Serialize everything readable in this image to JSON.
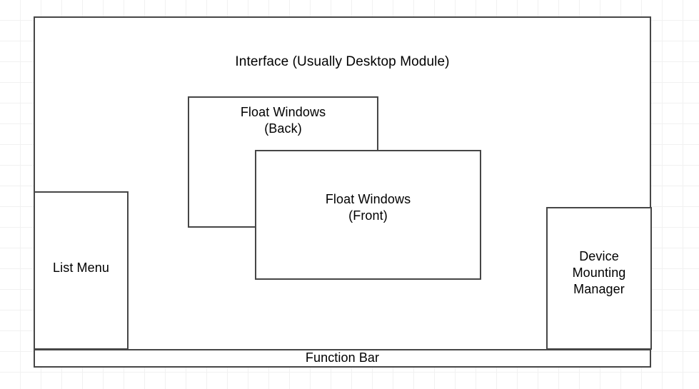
{
  "diagram": {
    "title": "Interface (Usually Desktop Module)",
    "background": "grid-paper",
    "colors": {
      "border": "#464646",
      "fill": "#ffffff",
      "text": "#000000",
      "grid_minor": "#f1f1f1",
      "grid_major": "#e6e6e6"
    },
    "boxes": [
      {
        "id": "interface-container",
        "label": "Interface (Usually Desktop Module)",
        "role": "outer-container"
      },
      {
        "id": "float-window-back",
        "label": "Float Windows\n(Back)",
        "role": "floating-window"
      },
      {
        "id": "float-window-front",
        "label": "Float Windows\n(Front)",
        "role": "floating-window"
      },
      {
        "id": "list-menu",
        "label": "List Menu",
        "role": "panel"
      },
      {
        "id": "device-mounting-manager",
        "label": "Device\nMounting\nManager",
        "role": "panel"
      },
      {
        "id": "function-bar",
        "label": "Function Bar",
        "role": "bar"
      }
    ]
  }
}
